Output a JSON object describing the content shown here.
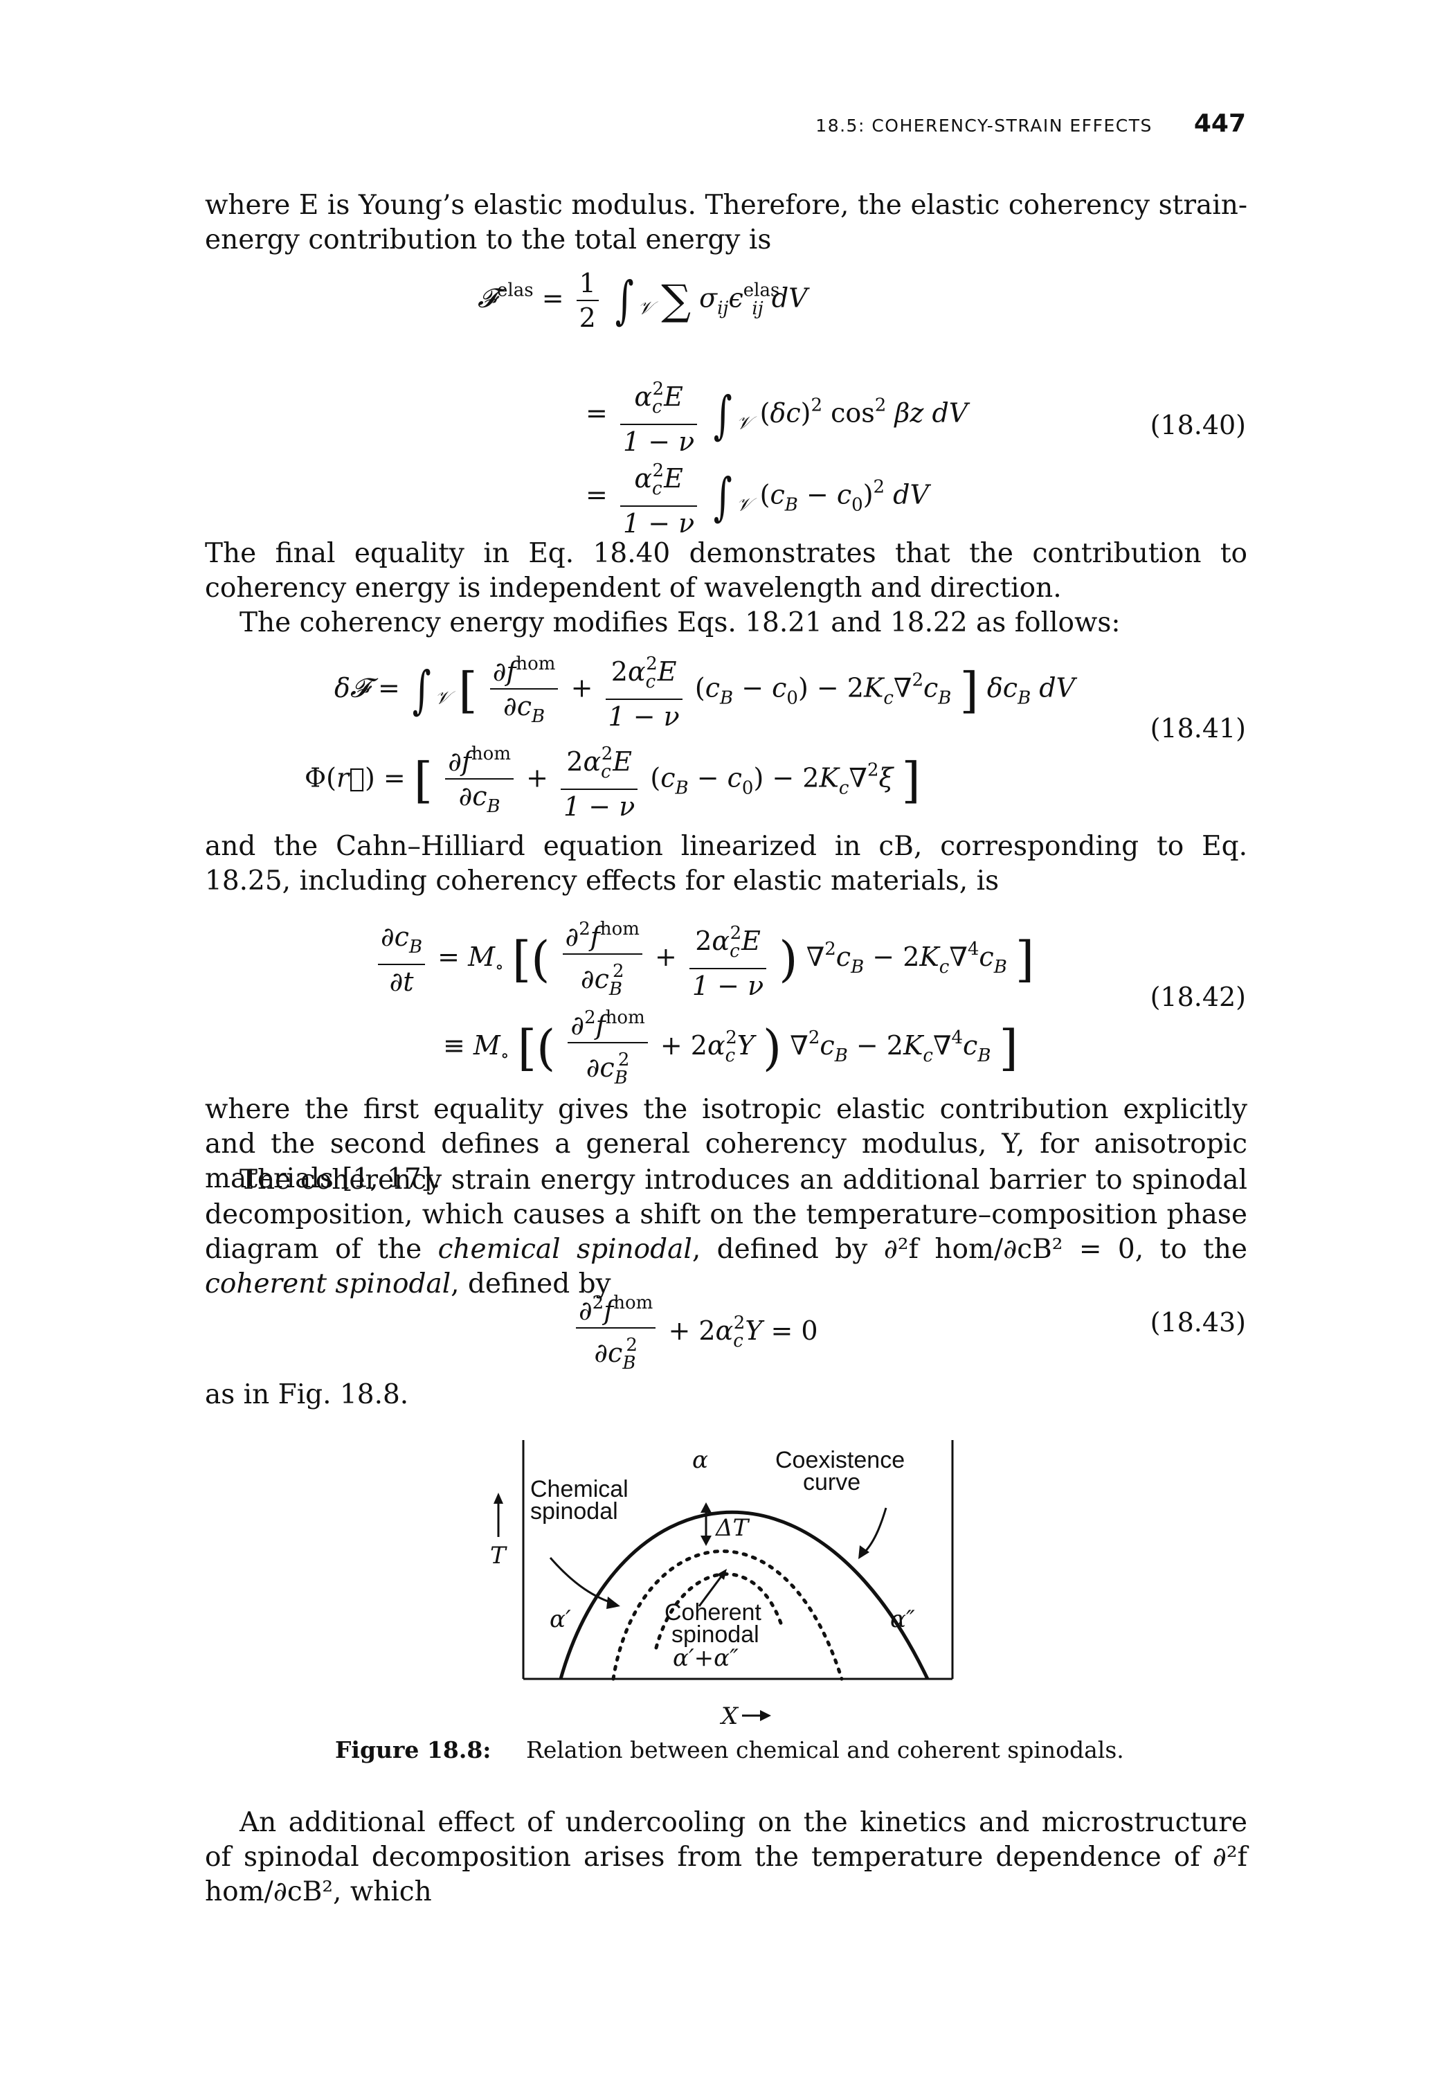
{
  "header": {
    "running_title": "18.5: COHERENCY-STRAIN EFFECTS",
    "page_number": "447"
  },
  "text": {
    "p1": "where E is Young’s elastic modulus. Therefore, the elastic coherency strain-energy contribution to the total energy is",
    "p2": "The final equality in Eq. 18.40 demonstrates that the contribution to coherency energy is independent of wavelength and direction.",
    "p3": "The coherency energy modifies Eqs. 18.21 and 18.22 as follows:",
    "p4": "and the Cahn–Hilliard equation linearized in cB, corresponding to Eq. 18.25, including coherency effects for elastic materials, is",
    "p5": "where the first equality gives the isotropic elastic contribution explicitly and the second defines a general coherency modulus, Y, for anisotropic materials [1, 17].",
    "p6_a": "The coherency strain energy introduces an additional barrier to spinodal decomposition, which causes a shift on the temperature–composition phase diagram of the ",
    "p6_b": "chemical spinodal",
    "p6_c": ", defined by ∂²f hom/∂cB² = 0, to the ",
    "p6_d": "coherent spinodal",
    "p6_e": ", defined by",
    "p7": "as in Fig. 18.8.",
    "p8": "An additional effect of undercooling on the kinetics and microstructure of spinodal decomposition arises from the temperature dependence of ∂²f hom/∂cB², which"
  },
  "equations": {
    "eq40": "(18.40)",
    "eq41": "(18.41)",
    "eq42": "(18.42)",
    "eq43": "(18.43)"
  },
  "figure": {
    "label_alpha": "α",
    "label_coexistence": "Coexistence",
    "label_curve": "curve",
    "label_chemical": "Chemical",
    "label_spinodal1": "spinodal",
    "label_deltaT": "ΔT",
    "label_alpha_prime": "α′",
    "label_alpha_dprime": "α″",
    "label_coherent": "Coherent",
    "label_spinodal2": "spinodal",
    "label_mix": "α′+α″",
    "label_T": "T",
    "label_X": "X"
  },
  "caption": {
    "label": "Figure 18.8:",
    "text": "Relation between chemical and coherent spinodals."
  }
}
